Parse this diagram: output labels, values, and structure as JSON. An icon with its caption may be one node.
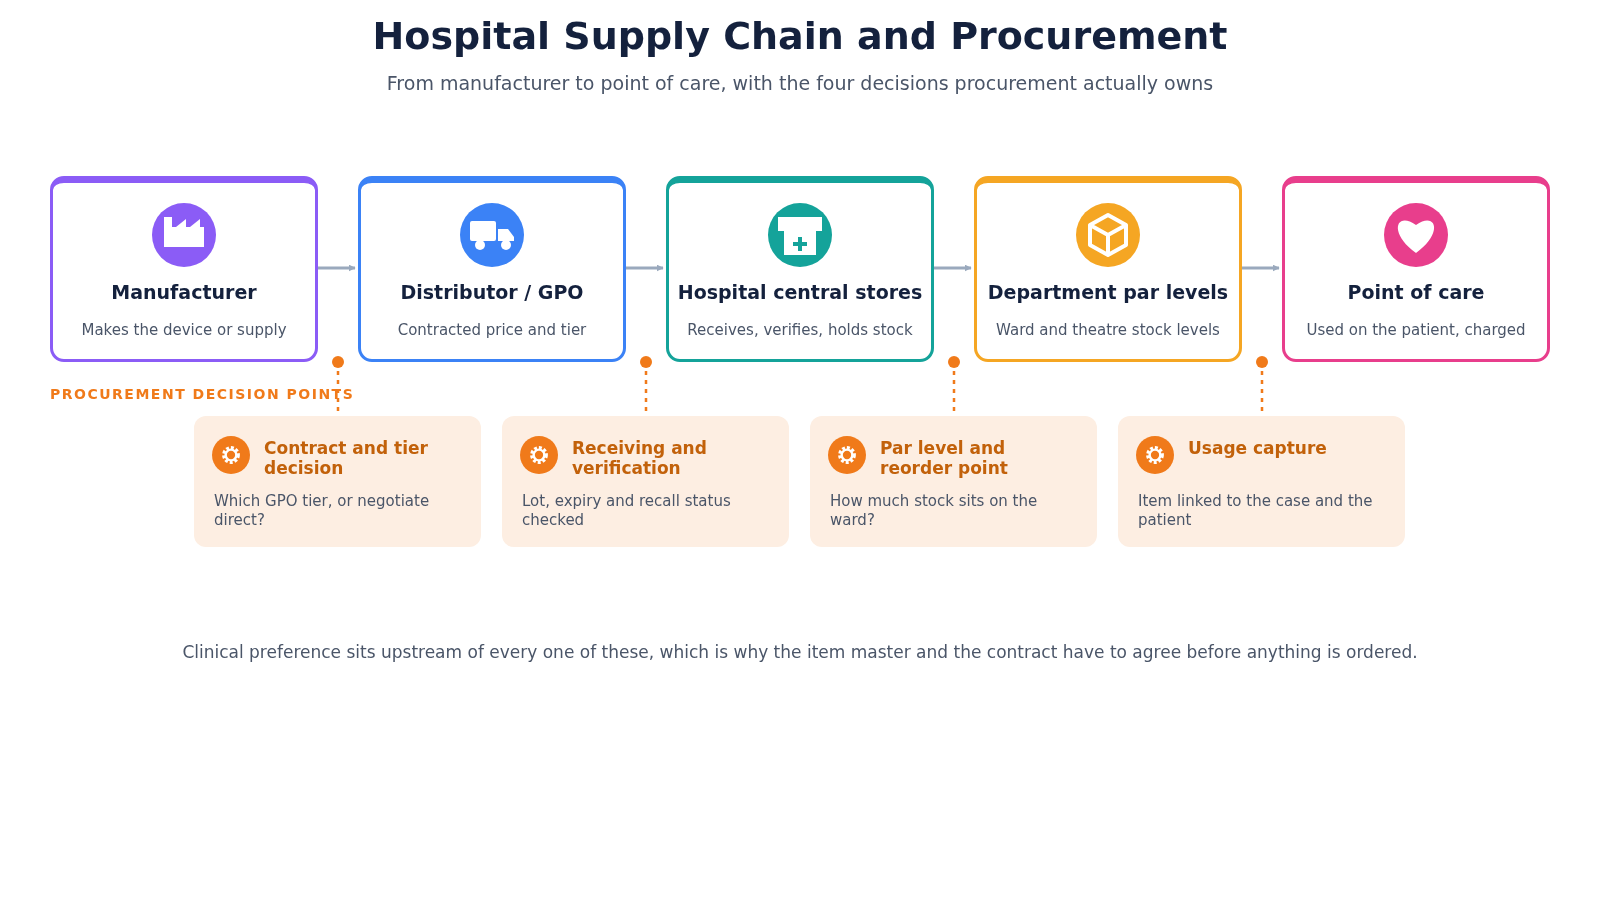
{
  "diagram": {
    "title": "Hospital Supply Chain and Procurement",
    "caption": "Clinical preference sits upstream of every one of these, which is why the item master and the contract have to agree before anything is ordered.",
    "nodes": [
      {
        "text": [
          "Manufacturer",
          "Makes the device or supply"
        ]
      },
      {
        "text": [
          "Distributor / GPO",
          "Contracted price and tier"
        ]
      },
      {
        "text": [
          "Hospital central stores",
          "Receives, verifies, holds stock"
        ]
      },
      {
        "text": [
          "Department par levels",
          "Ward and theatre stock levels"
        ]
      },
      {
        "text": [
          "Point of care",
          "Used on the patient, charged"
        ]
      },
      {
        "text": [
          "Contract and tier decision",
          "Which GPO tier, or negotiate direct?"
        ]
      },
      {
        "text": [
          "Receiving and verification",
          "Lot, expiry and recall status checked"
        ]
      },
      {
        "text": [
          "Par level and reorder point",
          "How much stock sits on the ward?"
        ]
      },
      {
        "text": [
          "Usage capture",
          "Item linked to the case and the patient"
        ]
      }
    ],
    "edges": [
      {
        "from": 0,
        "to": 1,
        "arrow": "to"
      },
      {
        "from": 1,
        "to": 2,
        "arrow": "to"
      },
      {
        "from": 2,
        "to": 3,
        "arrow": "to"
      },
      {
        "from": 3,
        "to": 4,
        "arrow": "to"
      },
      {
        "from": 0,
        "to": 5,
        "arrow": "other",
        "style": "dashed",
        "color": "#f07a1a"
      },
      {
        "from": 1,
        "to": 6,
        "arrow": "other",
        "style": "dashed",
        "color": "#f07a1a"
      },
      {
        "from": 2,
        "to": 7,
        "arrow": "other",
        "style": "dashed",
        "color": "#f07a1a"
      },
      {
        "from": 3,
        "to": 8,
        "arrow": "other",
        "style": "dashed",
        "color": "#f07a1a"
      }
    ],
    "labels": [
      "From manufacturer to point of care, with the four decisions procurement actually owns",
      "PROCUREMENT DECISION POINTS"
    ]
  }
}
